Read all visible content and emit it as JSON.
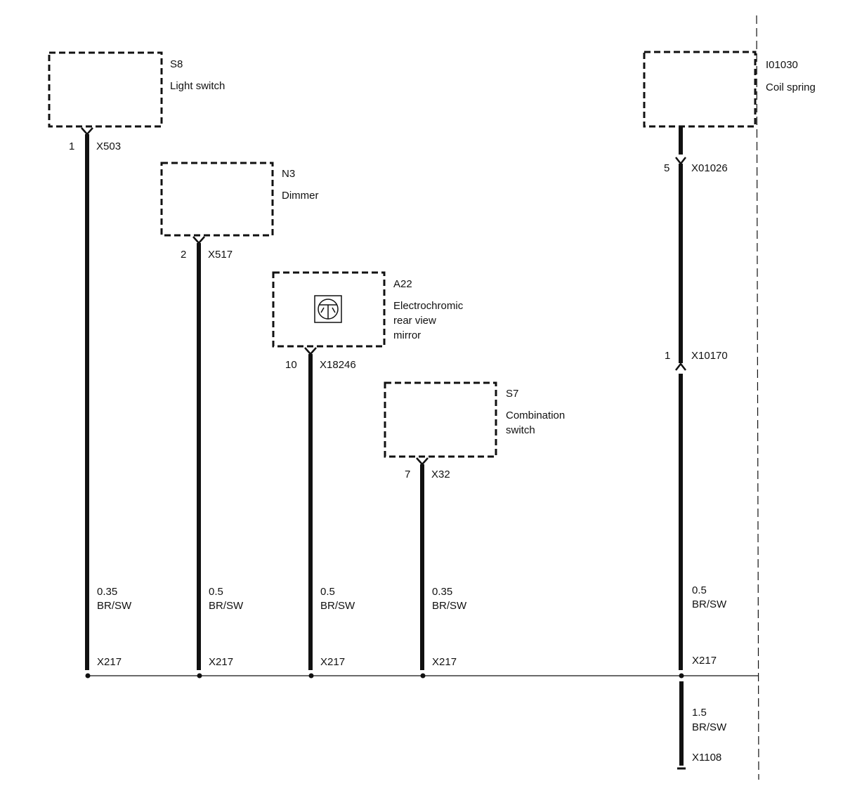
{
  "components": [
    {
      "id": "S8",
      "name": "Light switch"
    },
    {
      "id": "N3",
      "name": "Dimmer"
    },
    {
      "id": "A22",
      "name_lines": [
        "Electrochromic",
        "rear view",
        "mirror"
      ],
      "icon": "transistor-icon"
    },
    {
      "id": "S7",
      "name_lines": [
        "Combination",
        "switch"
      ]
    },
    {
      "id": "I01030",
      "name": "Coil spring"
    }
  ],
  "connectors": {
    "s8": {
      "pin": "1",
      "name": "X503"
    },
    "n3": {
      "pin": "2",
      "name": "X517"
    },
    "a22": {
      "pin": "10",
      "name": "X18246"
    },
    "s7": {
      "pin": "7",
      "name": "X32"
    },
    "coil_top": {
      "pin": "5",
      "name": "X01026"
    },
    "coil_mid": {
      "pin": "1",
      "name": "X10170"
    }
  },
  "wires": [
    {
      "gauge": "0.35",
      "color": "BR/SW",
      "splice": "X217"
    },
    {
      "gauge": "0.5",
      "color": "BR/SW",
      "splice": "X217"
    },
    {
      "gauge": "0.5",
      "color": "BR/SW",
      "splice": "X217"
    },
    {
      "gauge": "0.35",
      "color": "BR/SW",
      "splice": "X217"
    },
    {
      "gauge": "0.5",
      "color": "BR/SW",
      "splice": "X217"
    }
  ],
  "ground_wire": {
    "gauge": "1.5",
    "color": "BR/SW",
    "ground": "X1108"
  }
}
